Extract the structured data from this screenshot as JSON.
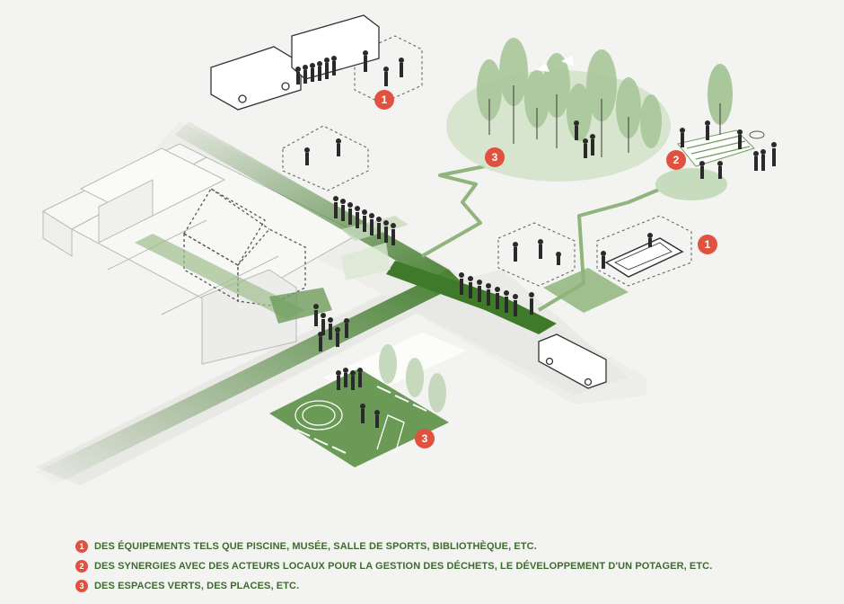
{
  "markers": [
    {
      "number": "1"
    },
    {
      "number": "3"
    },
    {
      "number": "2"
    },
    {
      "number": "1"
    },
    {
      "number": "3"
    }
  ],
  "legend": [
    {
      "number": "1",
      "text": "DES ÉQUIPEMENTS TELS QUE PISCINE, MUSÉE, SALLE DE SPORTS, BIBLIOTHÈQUE, ETC."
    },
    {
      "number": "2",
      "text": "DES SYNERGIES AVEC DES ACTEURS LOCAUX POUR LA GESTION DES DÉCHETS, LE DÉVELOPPEMENT D'UN POTAGER, ETC."
    },
    {
      "number": "3",
      "text": "DES ESPACES VERTS, DES PLACES, ETC."
    }
  ],
  "colors": {
    "background": "#f3f3f1",
    "path_green": "#3f7a2a",
    "light_green": "#a9c79a",
    "marker_red": "#e1513f",
    "legend_text": "#3e6b2f",
    "figure_dark": "#2a2a2a"
  }
}
